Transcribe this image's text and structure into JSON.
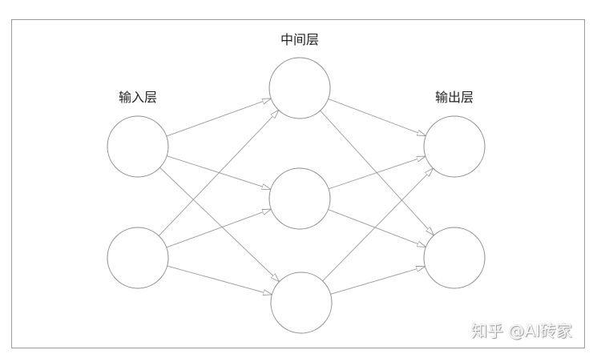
{
  "layers": [
    {
      "label": "输入层",
      "nodes": 2
    },
    {
      "label": "中间层",
      "nodes": 3
    },
    {
      "label": "输出层",
      "nodes": 2
    }
  ],
  "connections": "fully-connected",
  "colors": {
    "node_stroke": "#8c8c8c",
    "edge": "#9a9a9a",
    "frame": "#9a9a9a"
  },
  "watermark": "知乎 @AI砖家"
}
